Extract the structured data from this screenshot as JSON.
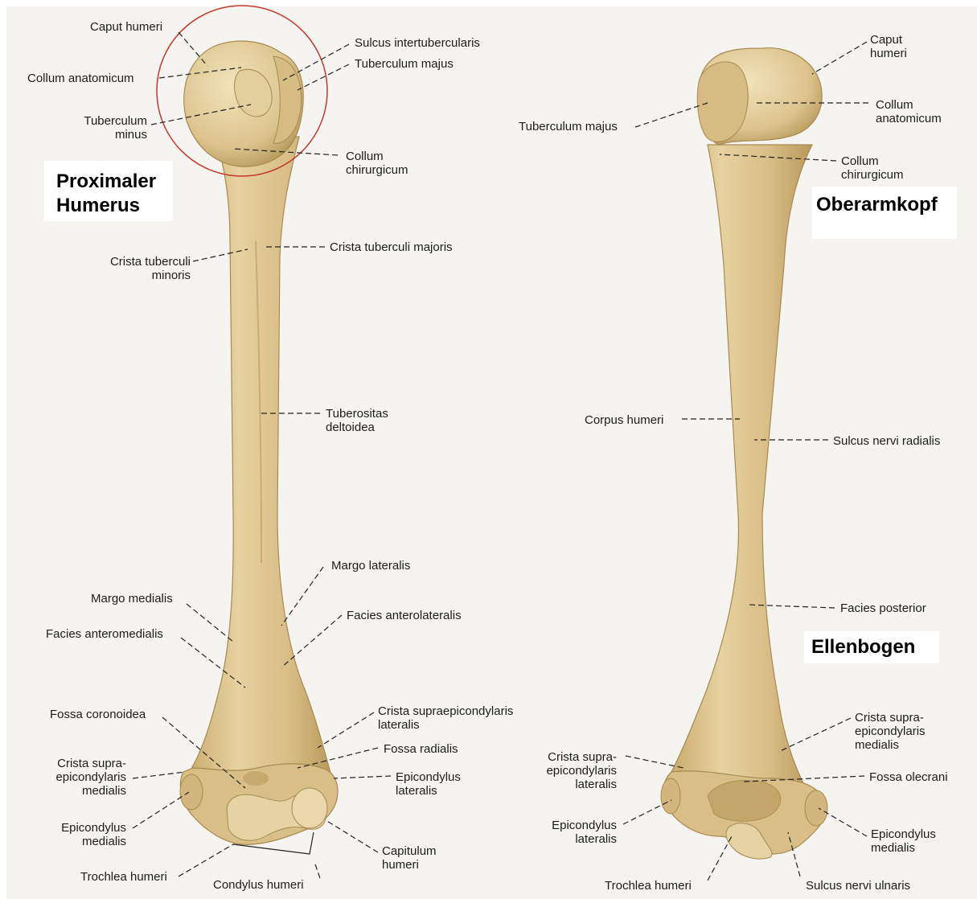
{
  "colors": {
    "bone": "#dcc48e",
    "bone_shade": "#b99a5c",
    "bone_light": "#efe0b4",
    "paper": "#f6f4f0",
    "circle": "#c0392b"
  },
  "titles": {
    "proximal_line1": "Proximaler",
    "proximal_line2": "Humerus",
    "oberarmkopf": "Oberarmkopf",
    "ellenbogen": "Ellenbogen"
  },
  "anterior": {
    "caput_humeri": "Caput humeri",
    "collum_anatomicum": "Collum anatomicum",
    "tuberculum_minus_1": "Tuberculum",
    "tuberculum_minus_2": "minus",
    "sulcus_intertubercularis": "Sulcus intertubercularis",
    "tuberculum_majus": "Tuberculum majus",
    "collum_chirurgicum_1": "Collum",
    "collum_chirurgicum_2": "chirurgicum",
    "crista_tuberculi_minoris_1": "Crista tuberculi",
    "crista_tuberculi_minoris_2": "minoris",
    "crista_tuberculi_majoris": "Crista tuberculi majoris",
    "tuberositas_deltoidea_1": "Tuberositas",
    "tuberositas_deltoidea_2": "deltoidea",
    "margo_lateralis": "Margo lateralis",
    "margo_medialis": "Margo medialis",
    "facies_anterolateralis": "Facies anterolateralis",
    "facies_anteromedialis": "Facies anteromedialis",
    "fossa_coronoidea": "Fossa coronoidea",
    "crista_supraepicondylaris_lateralis_1": "Crista supraepicondylaris",
    "crista_supraepicondylaris_lateralis_2": "lateralis",
    "fossa_radialis": "Fossa radialis",
    "crista_supra_medialis_1": "Crista supra-",
    "crista_supra_medialis_2": "epicondylaris",
    "crista_supra_medialis_3": "medialis",
    "epicondylus_lateralis_1": "Epicondylus",
    "epicondylus_lateralis_2": "lateralis",
    "epicondylus_medialis_1": "Epicondylus",
    "epicondylus_medialis_2": "medialis",
    "capitulum_humeri_1": "Capitulum",
    "capitulum_humeri_2": "humeri",
    "trochlea_humeri": "Trochlea humeri",
    "condylus_humeri": "Condylus humeri"
  },
  "posterior": {
    "caput_humeri_1": "Caput",
    "caput_humeri_2": "humeri",
    "collum_anatomicum_1": "Collum",
    "collum_anatomicum_2": "anatomicum",
    "tuberculum_majus": "Tuberculum majus",
    "collum_chirurgicum_1": "Collum",
    "collum_chirurgicum_2": "chirurgicum",
    "corpus_humeri": "Corpus humeri",
    "sulcus_nervi_radialis": "Sulcus nervi radialis",
    "facies_posterior": "Facies posterior",
    "crista_supra_medialis_1": "Crista supra-",
    "crista_supra_medialis_2": "epicondylaris",
    "crista_supra_medialis_3": "medialis",
    "crista_supra_lateralis_1": "Crista supra-",
    "crista_supra_lateralis_2": "epicondylaris",
    "crista_supra_lateralis_3": "lateralis",
    "fossa_olecrani": "Fossa olecrani",
    "epicondylus_lateralis_1": "Epicondylus",
    "epicondylus_lateralis_2": "lateralis",
    "epicondylus_medialis_1": "Epicondylus",
    "epicondylus_medialis_2": "medialis",
    "trochlea_humeri": "Trochlea humeri",
    "sulcus_nervi_ulnaris": "Sulcus nervi ulnaris"
  }
}
